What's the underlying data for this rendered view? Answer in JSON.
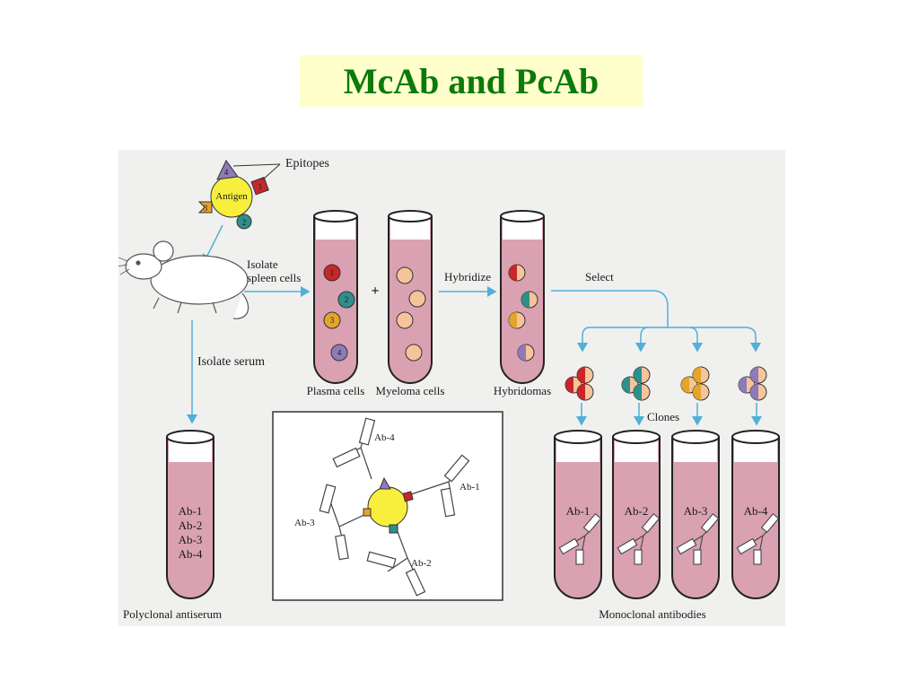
{
  "title": "McAb and PcAb",
  "colors": {
    "title_text": "#0b7a0b",
    "title_bg": "#ffffcc",
    "figure_bg": "#f0f0ef",
    "arrow": "#4fb0d8",
    "fluid": "#d9a1b1",
    "antigen": "#f7ef3c",
    "epitope_1": "#c8262a",
    "epitope_2": "#2f8f8a",
    "epitope_3": "#e3a52a",
    "epitope_4": "#8f7ab8",
    "myeloma": "#f6c49a"
  },
  "labels": {
    "epitopes": "Epitopes",
    "antigen": "Antigen",
    "isolate_spleen_1": "Isolate",
    "isolate_spleen_2": "spleen cells",
    "plus": "+",
    "hybridize": "Hybridize",
    "select": "Select",
    "isolate_serum": "Isolate serum",
    "plasma_cells": "Plasma cells",
    "myeloma_cells": "Myeloma cells",
    "hybridomas": "Hybridomas",
    "clones": "Clones",
    "polyclonal_antiserum": "Polyclonal antiserum",
    "monoclonal_antibodies": "Monoclonal antibodies"
  },
  "epitope_numbers": [
    "1",
    "2",
    "3",
    "4"
  ],
  "polyclonal_tube": [
    "Ab-1",
    "Ab-2",
    "Ab-3",
    "Ab-4"
  ],
  "inset_antibodies": [
    "Ab-1",
    "Ab-2",
    "Ab-3",
    "Ab-4"
  ],
  "monoclonal_tubes": [
    "Ab-1",
    "Ab-2",
    "Ab-3",
    "Ab-4"
  ]
}
